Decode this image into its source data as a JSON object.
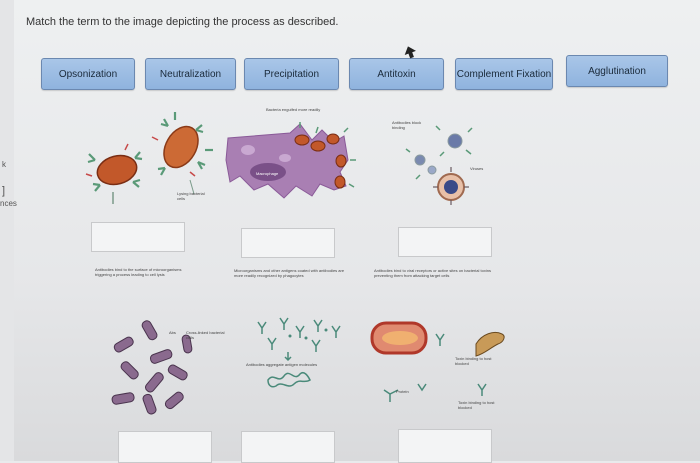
{
  "instruction": "Match the term to the image depicting the process as described.",
  "edge_text": {
    "k": "k",
    "bracket": "]",
    "nces": "nces"
  },
  "terms": [
    {
      "label": "Opsonization"
    },
    {
      "label": "Neutralization"
    },
    {
      "label": "Precipitation"
    },
    {
      "label": "Antitoxin"
    },
    {
      "label": "Complement Fixation"
    },
    {
      "label": "Agglutination"
    }
  ],
  "images": {
    "lysis": {
      "label_lysing": "Lysing bacterial cells",
      "caption": "Antibodies bind to the surface of microorganisms triggering a process leading to cell lysis"
    },
    "phago": {
      "label_top": "Bacteria engulfed more readily",
      "label_macro": "Macrophage",
      "caption": "Microorganisms and other antigens coated with antibodies are more readily recognized by phagocytes"
    },
    "virus": {
      "label_top": "Antibodies block binding",
      "label_virus": "Viruses",
      "caption": "Antibodies bind to viral receptors or active sites on bacterial toxins preventing them from attacking target cells"
    },
    "agglut": {
      "label_abs": "Abs",
      "label_cross": "Cross-linked bacterial cells"
    },
    "precip": {
      "label_mid": "Antibodies aggregate antigen molecules"
    },
    "toxin": {
      "label_host": "Toxin binding to host blocked",
      "label_protein": "Protein",
      "label_blocked": "Toxin binding to host blocked"
    }
  }
}
